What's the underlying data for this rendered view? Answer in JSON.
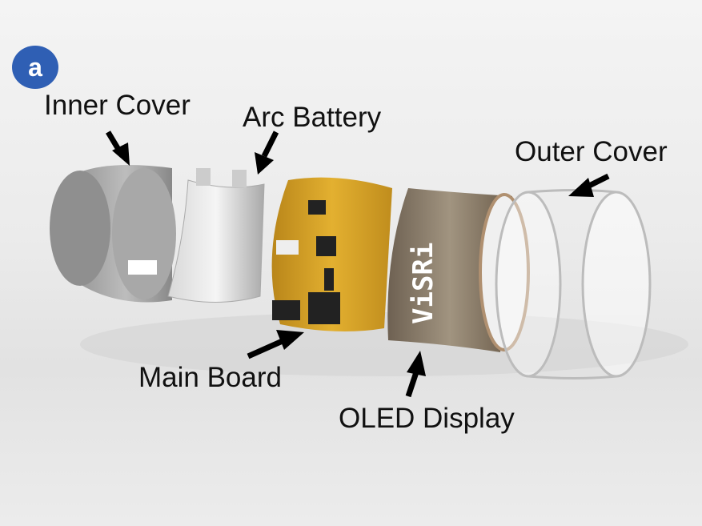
{
  "panel_label": "a",
  "labels": {
    "inner_cover": "Inner Cover",
    "arc_battery": "Arc Battery",
    "outer_cover": "Outer Cover",
    "main_board": "Main Board",
    "oled_display": "OLED Display"
  },
  "oled_screen_text": "ViSRi",
  "colors": {
    "badge": "#2f5fb4",
    "board": "#d9a526",
    "oled": "#8a7b66"
  }
}
